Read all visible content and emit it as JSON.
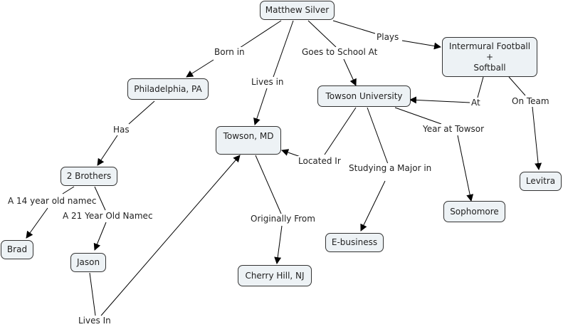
{
  "nodes": {
    "matthew": "Matthew Silver",
    "intramural": "Intermural Football\n+\nSoftball",
    "philadelphia": "Philadelphia, PA",
    "towson_univ": "Towson University",
    "towson_md": "Towson, MD",
    "brothers": "2 Brothers",
    "levitra": "Levitra",
    "sophomore": "Sophomore",
    "brad": "Brad",
    "jason": "Jason",
    "ebusiness": "E-business",
    "cherry_hill": "Cherry Hill, NJ"
  },
  "links": {
    "plays": "Plays",
    "born_in": "Born in",
    "goes_to_school": "Goes to School At",
    "lives_in": "Lives in",
    "at": "At",
    "on_team": "On Team",
    "has": "Has",
    "year_at": "Year at Towsor",
    "located_in": "Located Ir",
    "studying": "Studying a Major in",
    "fourteen": "A 14 year old namec",
    "twentyone": "A 21 Year Old Namec",
    "originally_from": "Originally From",
    "jason_lives_in": "Lives In"
  },
  "colors": {
    "node_fill": "#edf2f5",
    "line": "#000000"
  }
}
